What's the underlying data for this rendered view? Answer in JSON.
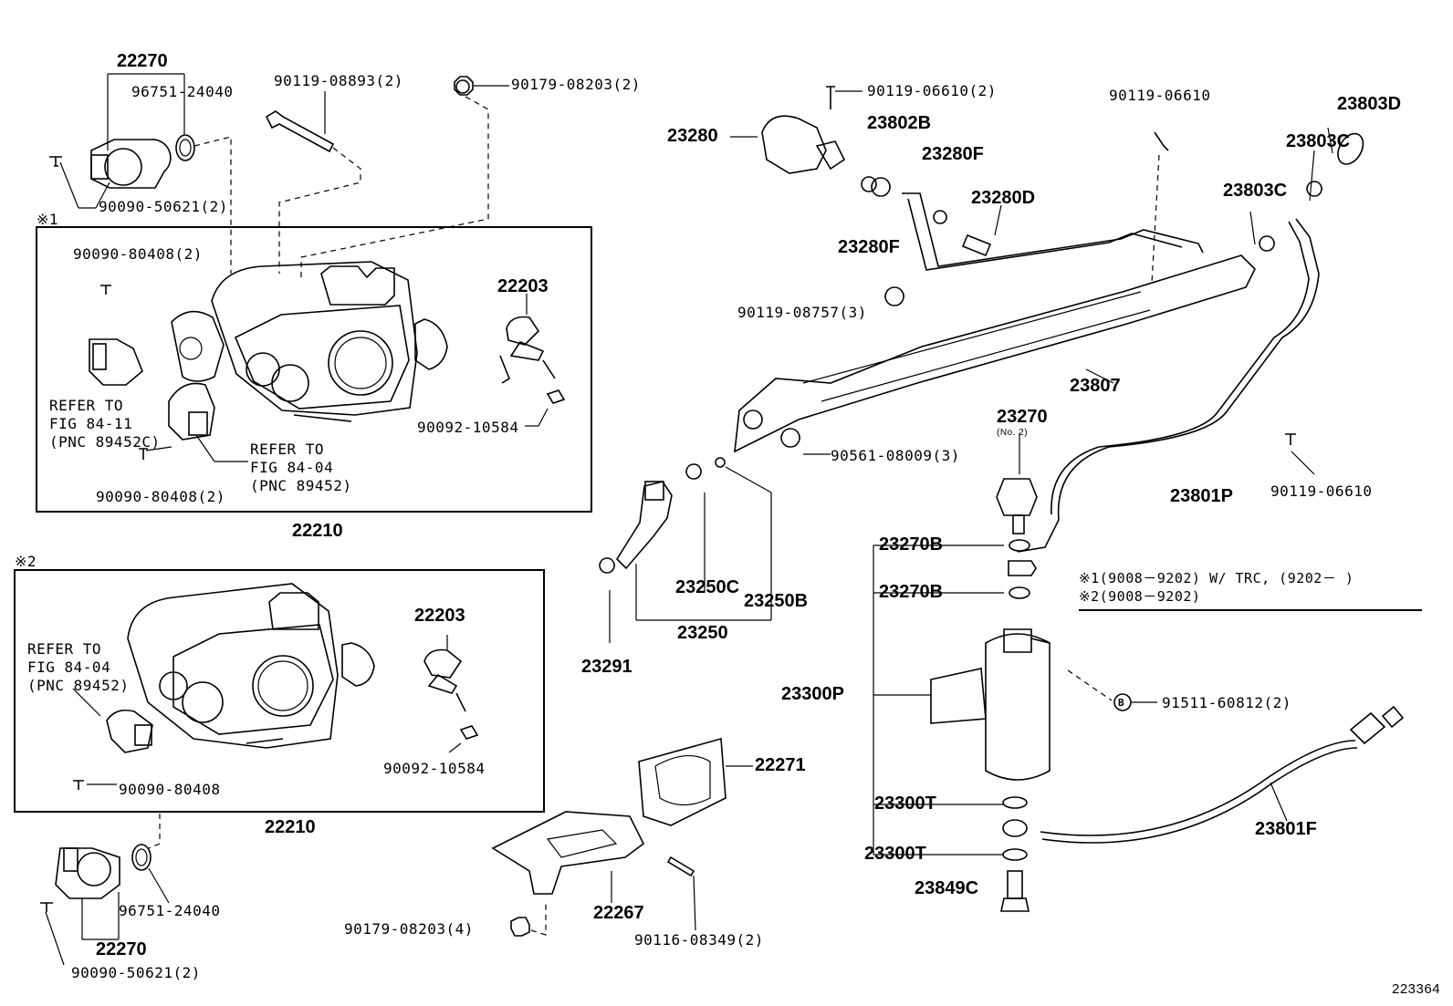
{
  "labels": {
    "l22270_top": "22270",
    "l96751_top": "96751-24040",
    "l90090_50621_top": "90090-50621(2)",
    "l90119_08893": "90119-08893(2)",
    "l90179_08203_top": "90179-08203(2)",
    "mark1": "※1",
    "l90090_80408_a": "90090-80408(2)",
    "refer1_line1": "REFER TO",
    "refer1_line2": "FIG 84-11",
    "refer1_line3": "(PNC 89452C)",
    "refer2_line1": "REFER TO",
    "refer2_line2": "FIG 84-04",
    "refer2_line3": "(PNC 89452)",
    "l90090_80408_b": "90090-80408(2)",
    "l22203_a": "22203",
    "l90092_10584_a": "90092-10584",
    "l22210_a": "22210",
    "mark2": "※2",
    "refer3_line1": "REFER TO",
    "refer3_line2": "FIG 84-04",
    "refer3_line3": "(PNC 89452)",
    "l22203_b": "22203",
    "l90092_10584_b": "90092-10584",
    "l90090_80408_c": "90090-80408",
    "l22210_b": "22210",
    "l96751_bot": "96751-24040",
    "l22270_bot": "22270",
    "l90090_50621_bot": "90090-50621(2)",
    "l90179_08203_bot": "90179-08203(4)",
    "l22267": "22267",
    "l90116_08349": "90116-08349(2)",
    "l22271": "22271",
    "l23291": "23291",
    "l23250": "23250",
    "l23250C": "23250C",
    "l23250B": "23250B",
    "l23280": "23280",
    "l90119_06610_a": "90119-06610(2)",
    "l23802B": "23802B",
    "l23280F_a": "23280F",
    "l23280D": "23280D",
    "l23280F_b": "23280F",
    "l90119_06610_b": "90119-06610",
    "l23803D": "23803D",
    "l23803C_a": "23803C",
    "l23803C_b": "23803C",
    "l90119_08757": "90119-08757(3)",
    "l23807": "23807",
    "l90561_08009": "90561-08009(3)",
    "l23270": "23270",
    "l23270_no2": "(No. 2)",
    "l23801P": "23801P",
    "l90119_06610_c": "90119-06610",
    "l23270B_a": "23270B",
    "l23270B_b": "23270B",
    "l23300P": "23300P",
    "l91511_60812": "91511-60812(2)",
    "b_mark": "B",
    "l23300T_a": "23300T",
    "l23300T_b": "23300T",
    "l23849C": "23849C",
    "l23801F": "23801F",
    "note1": "※1(9008－9202) W/ TRC, (9202－          )",
    "note2": "※2(9008－9202)",
    "footer_code": "223364"
  }
}
